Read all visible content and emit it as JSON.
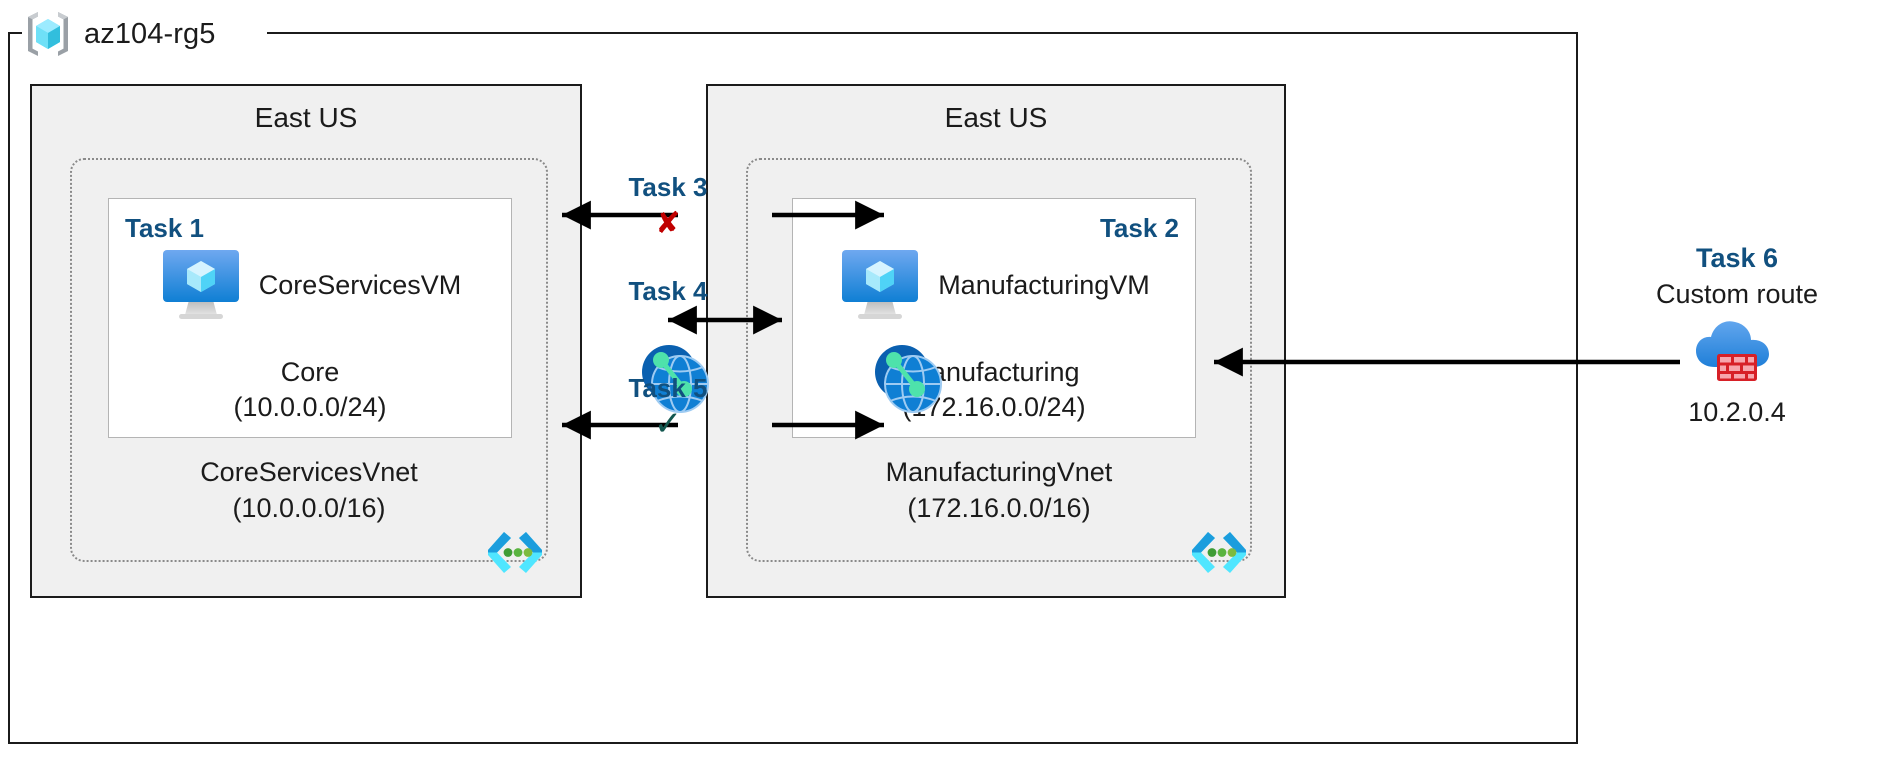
{
  "resource_group": {
    "name": "az104-rg5",
    "icon": "resource-group-cube-icon"
  },
  "regions": {
    "left": {
      "label": "East US"
    },
    "right": {
      "label": "East US"
    }
  },
  "vnets": [
    {
      "id": "core-services",
      "name": "CoreServicesVnet",
      "address_space": "(10.0.0.0/16)",
      "icon": "virtual-network-globe-icon",
      "subnet_icon": "subnet-brackets-icon",
      "subnet": {
        "task_tag": "Task 1",
        "vm_name": "CoreServicesVM",
        "vm_icon": "virtual-machine-monitor-icon",
        "subnet_name": "Core",
        "subnet_range": "(10.0.0.0/24)"
      }
    },
    {
      "id": "manufacturing",
      "name": "ManufacturingVnet",
      "address_space": "(172.16.0.0/16)",
      "icon": "virtual-network-globe-icon",
      "subnet_icon": "subnet-brackets-icon",
      "subnet": {
        "task_tag": "Task 2",
        "vm_name": "ManufacturingVM",
        "vm_icon": "virtual-machine-monitor-icon",
        "subnet_name": "Manufacturing",
        "subnet_range": "(172.16.0.0/24)"
      }
    }
  ],
  "connectors": [
    {
      "id": "task-3",
      "label": "Task 3",
      "mark": "✘",
      "mark_kind": "cross",
      "direction": "bidirectional"
    },
    {
      "id": "task-4",
      "label": "Task 4",
      "mark": "",
      "mark_kind": "none",
      "direction": "bidirectional"
    },
    {
      "id": "task-5",
      "label": "Task 5",
      "mark": "✓",
      "mark_kind": "check",
      "direction": "bidirectional"
    }
  ],
  "custom_route": {
    "title": "Task 6",
    "subtitle": "Custom route",
    "ip": "10.2.0.4",
    "icon": "firewall-cloud-icon",
    "direction": "to-manufacturing-vnet"
  },
  "colors": {
    "task_label": "#11507f",
    "cross_red": "#c00000",
    "check_green": "#12574f",
    "region_fill": "#f0f0f0",
    "border_dark": "#1b1b1b",
    "vnet_dotted": "#8a8a8a",
    "azure_blue": "#0078d4",
    "cyan_cube": "#5ad9f5",
    "brick_red": "#d72027"
  }
}
